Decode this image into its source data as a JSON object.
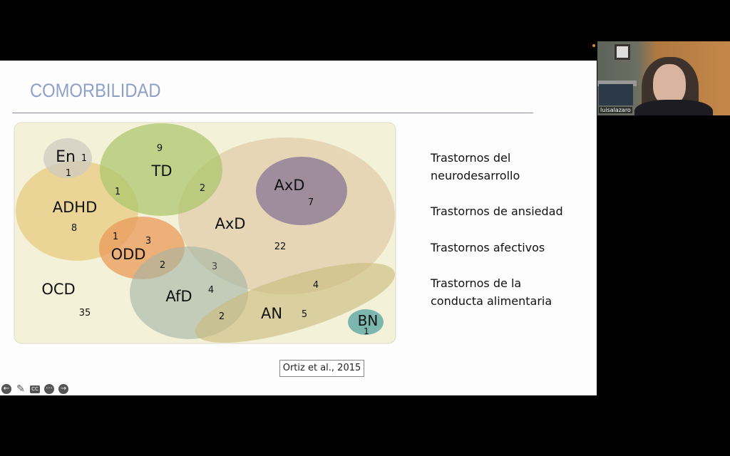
{
  "slide": {
    "title": "COMORBILIDAD",
    "categories": [
      "Trastornos del\nneurodesarrollo",
      "Trastornos de ansiedad",
      "Trastornos afectivos",
      "Trastornos de la\nconducta alimentaria"
    ],
    "citation": "Ortiz et al., 2015",
    "diagram": {
      "labels": {
        "en": "En",
        "td": "TD",
        "adhd": "ADHD",
        "axd_inner": "AxD",
        "axd_outer": "AxD",
        "odd": "ODD",
        "ocd": "OCD",
        "afd": "AfD",
        "an": "AN",
        "bn": "BN"
      },
      "counts": {
        "en_only": "1",
        "en_adhd": "1",
        "td_only": "9",
        "td_axd": "2",
        "adhd_td": "1",
        "adhd_only": "8",
        "axd_inner": "7",
        "axd_outer": "22",
        "adhd_odd": "1",
        "odd_only": "3",
        "odd_afd": "2",
        "afd_axd": "3",
        "ocd": "35",
        "afd_only": "4",
        "axd_an": "4",
        "afd_an": "2",
        "an_only": "5",
        "bn": "1"
      }
    }
  },
  "controls": {
    "icons": [
      "arrow-left-icon",
      "pen-icon",
      "captions-icon",
      "more-icon",
      "arrow-right-icon"
    ],
    "cc": "CC"
  },
  "webcam": {
    "name": "luisalazaro"
  }
}
